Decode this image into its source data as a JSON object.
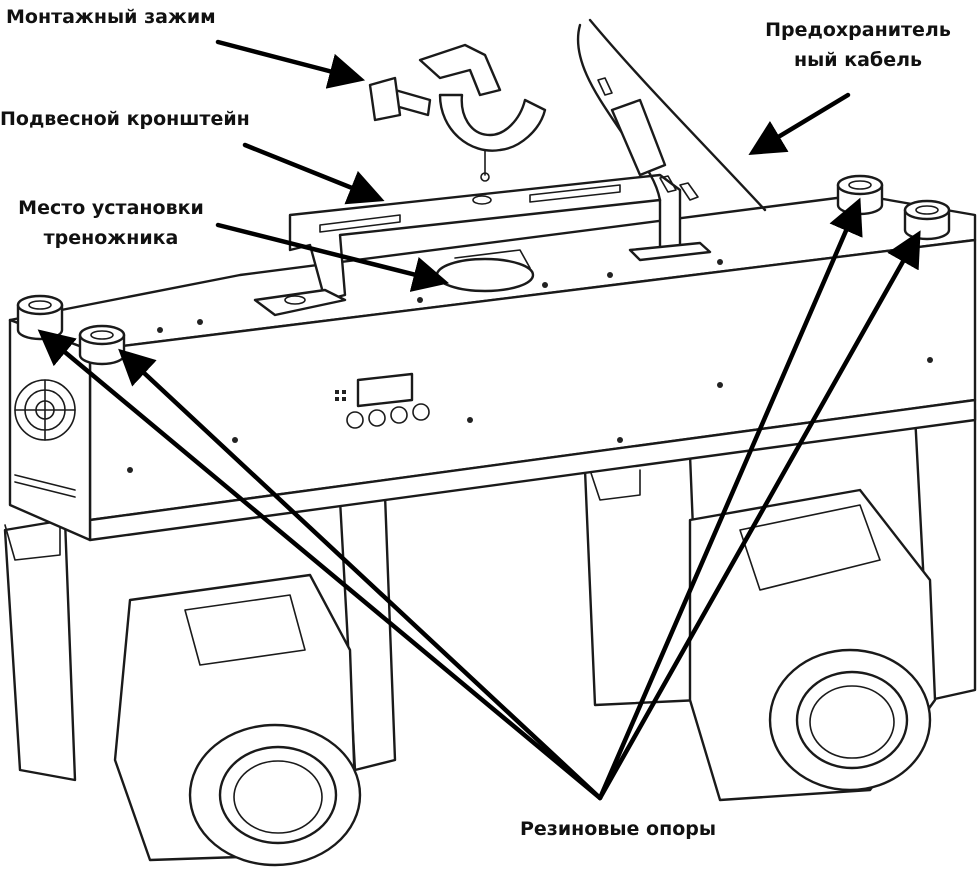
{
  "labels": {
    "mounting_clamp": "Монтажный зажим",
    "safety_cable_line1": "Предохранитель",
    "safety_cable_line2": "ный кабель",
    "hanging_bracket": "Подвесной кронштейн",
    "tripod_mount_line1": "Место установки",
    "tripod_mount_line2": "треножника",
    "rubber_feet": "Резиновые опоры"
  },
  "colors": {
    "line": "#1a1a1a",
    "background": "#ffffff",
    "arrow": "#000000"
  },
  "icons": [
    "mounting-clamp-icon",
    "safety-cable-icon",
    "fan-grille-icon",
    "display-panel-icon"
  ]
}
